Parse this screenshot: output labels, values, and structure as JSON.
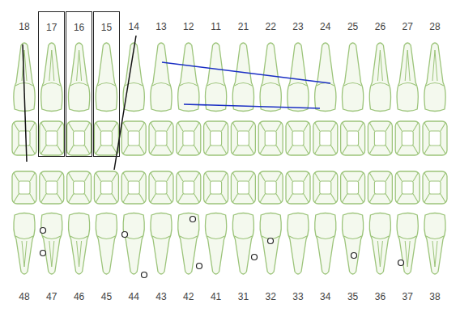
{
  "diagram": {
    "nodes": [
      {
        "text": [
          "17"
        ]
      },
      {
        "text": [
          "16"
        ]
      },
      {
        "text": [
          "15"
        ]
      }
    ],
    "labels": [
      "18",
      "14",
      "13",
      "12",
      "11",
      "21",
      "22",
      "23",
      "24",
      "25",
      "26",
      "27",
      "28",
      "48",
      "47",
      "46",
      "45",
      "44",
      "43",
      "42",
      "41",
      "31",
      "32",
      "33",
      "34",
      "35",
      "36",
      "37",
      "38"
    ]
  }
}
